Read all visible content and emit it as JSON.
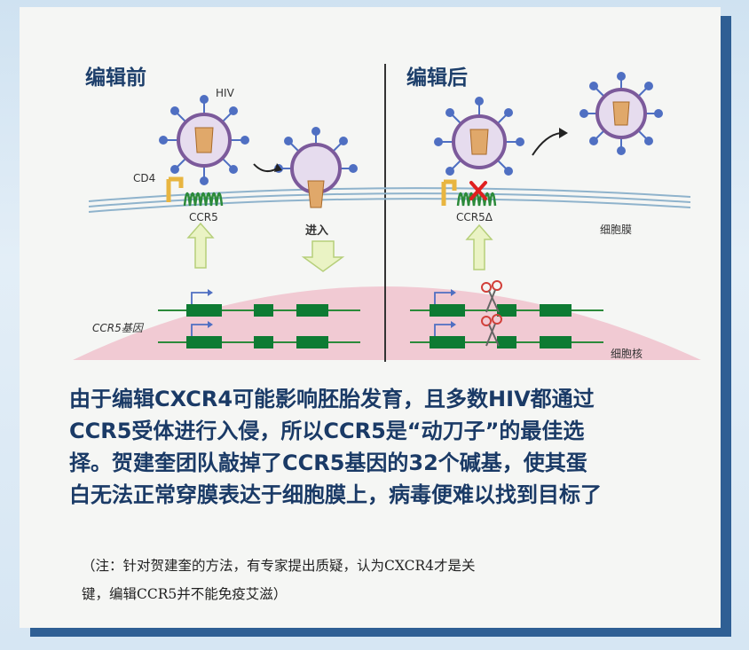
{
  "headings": {
    "before": "编辑前",
    "after": "编辑后"
  },
  "labels": {
    "hiv": "HIV",
    "cd4": "CD4",
    "ccr5": "CCR5",
    "ccr5_delta": "CCR5Δ",
    "enter": "进入",
    "ccr5_gene": "CCR5基因",
    "cell_membrane": "细胞膜",
    "cell_nucleus": "细胞核"
  },
  "body_lines": [
    "由于编辑CXCR4可能影响胚胎发育，且多数HIV都通过",
    "CCR5受体进行入侵，所以CCR5是“动刀子”的最佳选",
    "择。贺建奎团队敲掉了CCR5基因的32个碱基，使其蛋",
    "白无法正常穿膜表达于细胞膜上，病毒便难以找到目标了"
  ],
  "note_lines": [
    "（注：针对贺建奎的方法，有专家提出质疑，认为CXCR4才是关",
    "键，编辑CCR5并不能免疫艾滋）"
  ],
  "colors": {
    "frame": "#2f5f94",
    "heading": "#1d3f6b",
    "body_text": "#1a3a66",
    "virus": "#7c5a9b",
    "spike": "#4f6fc2",
    "gene_block": "#0e7b33",
    "nucleus": "#f0c9d2"
  }
}
